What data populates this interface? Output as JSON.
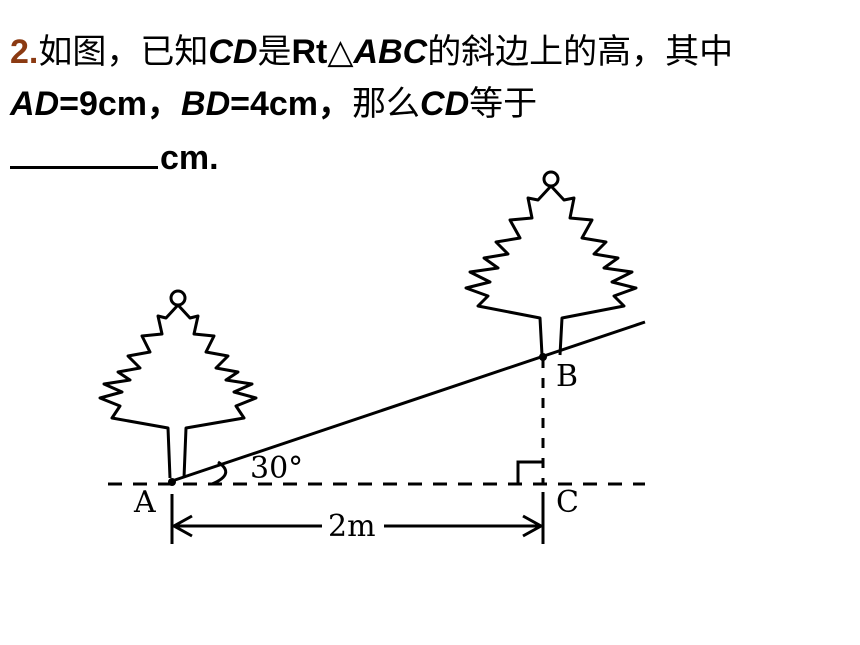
{
  "question": {
    "number": "2.",
    "p1": "如图，已知",
    "cd1": "CD",
    "p2": "是",
    "rt": "Rt",
    "tri": "△",
    "abc": "ABC",
    "p3": "的斜边上的高，其中",
    "ad": "AD",
    "ad_val": "=9cm，",
    "bd": "BD",
    "bd_val": "=4cm，",
    "p4": "那么",
    "cd2": "CD",
    "p5": "等于",
    "unit": "cm."
  },
  "figure": {
    "label_a": "A",
    "label_b": "B",
    "label_c": "C",
    "angle": "30°",
    "distance": "2m"
  }
}
